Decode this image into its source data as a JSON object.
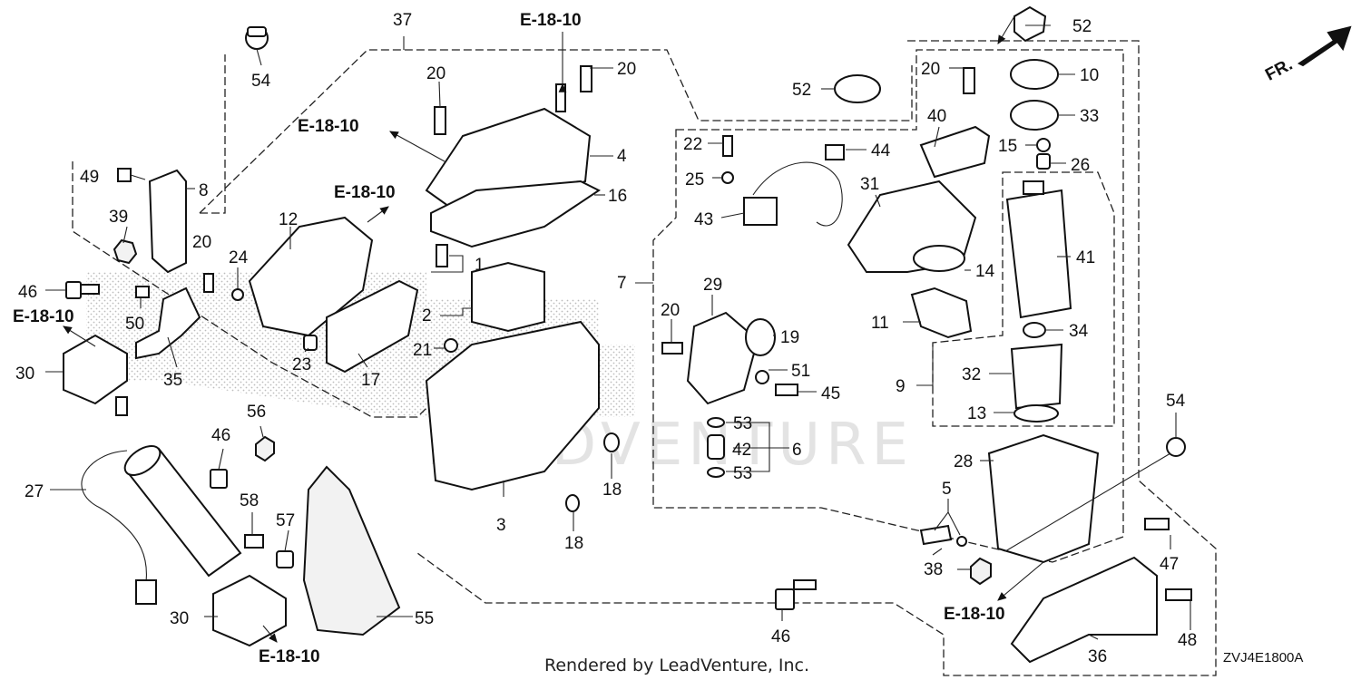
{
  "diagram": {
    "orientation_label": "FR.",
    "footer_credit": "Rendered by LeadVenture, Inc.",
    "diagram_code": "ZVJ4E1800A",
    "watermark_text": "LEADVENTURE",
    "reference_label": "E-18-10",
    "callouts": [
      {
        "id": "c1",
        "label": "1"
      },
      {
        "id": "c2",
        "label": "2"
      },
      {
        "id": "c3",
        "label": "3"
      },
      {
        "id": "c4",
        "label": "4"
      },
      {
        "id": "c5",
        "label": "5"
      },
      {
        "id": "c6",
        "label": "6"
      },
      {
        "id": "c7",
        "label": "7"
      },
      {
        "id": "c8",
        "label": "8"
      },
      {
        "id": "c9",
        "label": "9"
      },
      {
        "id": "c10",
        "label": "10"
      },
      {
        "id": "c11",
        "label": "11"
      },
      {
        "id": "c12",
        "label": "12"
      },
      {
        "id": "c13",
        "label": "13"
      },
      {
        "id": "c14",
        "label": "14"
      },
      {
        "id": "c15",
        "label": "15"
      },
      {
        "id": "c16",
        "label": "16"
      },
      {
        "id": "c17",
        "label": "17"
      },
      {
        "id": "c18a",
        "label": "18"
      },
      {
        "id": "c18b",
        "label": "18"
      },
      {
        "id": "c19",
        "label": "19"
      },
      {
        "id": "c20a",
        "label": "20"
      },
      {
        "id": "c20b",
        "label": "20"
      },
      {
        "id": "c20c",
        "label": "20"
      },
      {
        "id": "c20d",
        "label": "20"
      },
      {
        "id": "c20e",
        "label": "20"
      },
      {
        "id": "c21",
        "label": "21"
      },
      {
        "id": "c22",
        "label": "22"
      },
      {
        "id": "c23",
        "label": "23"
      },
      {
        "id": "c24",
        "label": "24"
      },
      {
        "id": "c25",
        "label": "25"
      },
      {
        "id": "c26",
        "label": "26"
      },
      {
        "id": "c27",
        "label": "27"
      },
      {
        "id": "c28",
        "label": "28"
      },
      {
        "id": "c29",
        "label": "29"
      },
      {
        "id": "c30a",
        "label": "30"
      },
      {
        "id": "c30b",
        "label": "30"
      },
      {
        "id": "c31",
        "label": "31"
      },
      {
        "id": "c32",
        "label": "32"
      },
      {
        "id": "c33",
        "label": "33"
      },
      {
        "id": "c34",
        "label": "34"
      },
      {
        "id": "c35",
        "label": "35"
      },
      {
        "id": "c36",
        "label": "36"
      },
      {
        "id": "c37",
        "label": "37"
      },
      {
        "id": "c38",
        "label": "38"
      },
      {
        "id": "c39",
        "label": "39"
      },
      {
        "id": "c40",
        "label": "40"
      },
      {
        "id": "c41",
        "label": "41"
      },
      {
        "id": "c42",
        "label": "42"
      },
      {
        "id": "c43",
        "label": "43"
      },
      {
        "id": "c44",
        "label": "44"
      },
      {
        "id": "c45",
        "label": "45"
      },
      {
        "id": "c46a",
        "label": "46"
      },
      {
        "id": "c46b",
        "label": "46"
      },
      {
        "id": "c46c",
        "label": "46"
      },
      {
        "id": "c47",
        "label": "47"
      },
      {
        "id": "c48",
        "label": "48"
      },
      {
        "id": "c49",
        "label": "49"
      },
      {
        "id": "c50",
        "label": "50"
      },
      {
        "id": "c51",
        "label": "51"
      },
      {
        "id": "c52a",
        "label": "52"
      },
      {
        "id": "c52b",
        "label": "52"
      },
      {
        "id": "c53a",
        "label": "53"
      },
      {
        "id": "c53b",
        "label": "53"
      },
      {
        "id": "c54a",
        "label": "54"
      },
      {
        "id": "c54b",
        "label": "54"
      },
      {
        "id": "c55",
        "label": "55"
      },
      {
        "id": "c56",
        "label": "56"
      },
      {
        "id": "c57",
        "label": "57"
      },
      {
        "id": "c58",
        "label": "58"
      }
    ]
  }
}
